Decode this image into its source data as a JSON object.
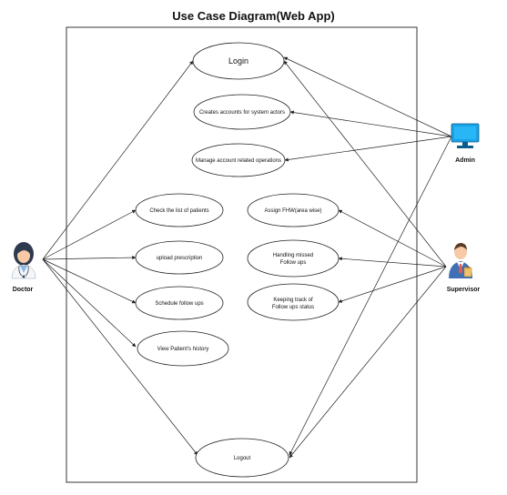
{
  "diagram": {
    "title": "Use Case Diagram(Web App)"
  },
  "actors": {
    "doctor": {
      "label": "Doctor"
    },
    "admin": {
      "label": "Admin"
    },
    "supervisor": {
      "label": "Supervisor"
    }
  },
  "usecases": {
    "login": "Login",
    "create_accounts": "Creates accounts for system actors",
    "manage_accounts": "Manage account related operations",
    "check_patients": "Check the list of patients",
    "upload_prescription": "upload prescription",
    "schedule_followups": "Schedule follow ups",
    "view_history": "View Patient's history",
    "assign_fhw": "Assign FHW(area wise)",
    "missed_line1": "Handling missed",
    "missed_line2": "Follow ups",
    "tracking_line1": "Keeping track of",
    "tracking_line2": "Follow ups status",
    "logout": "Logout"
  }
}
